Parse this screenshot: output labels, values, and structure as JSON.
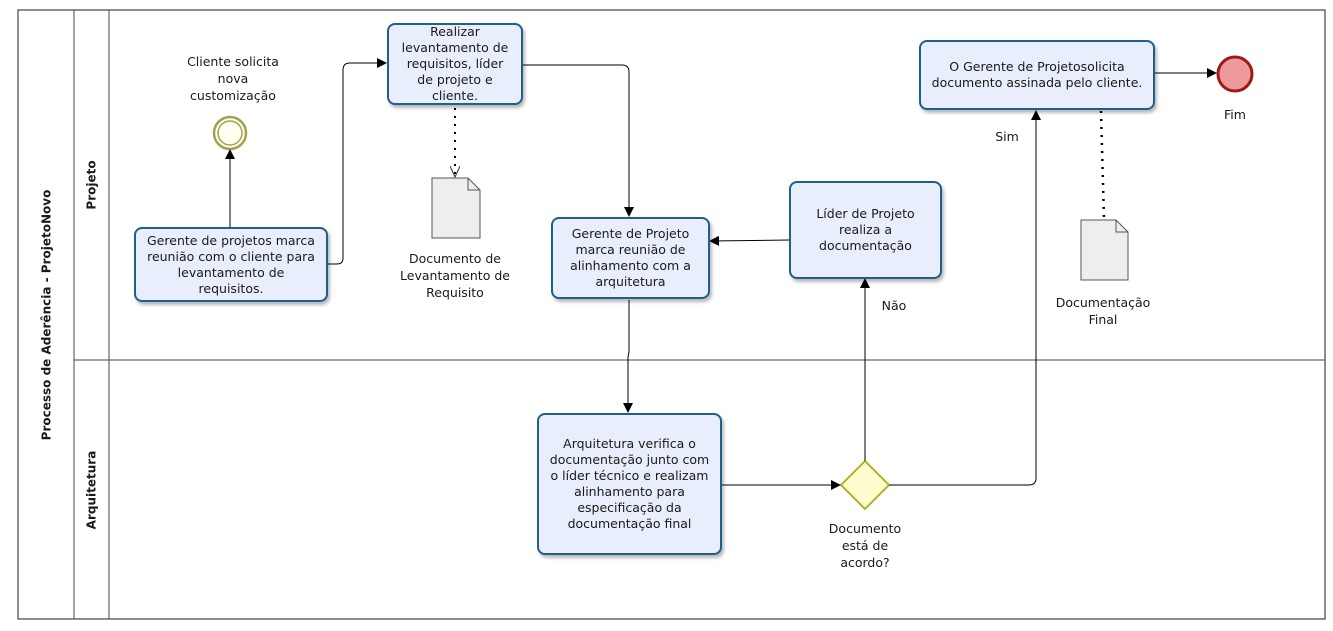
{
  "pool": {
    "title": "Processo de Aderência - ProjetoNovo"
  },
  "lanes": {
    "projeto": "Projeto",
    "arquitetura": "Arquitetura"
  },
  "events": {
    "start": "Cliente solicita nova customização",
    "end": "Fim"
  },
  "tasks": {
    "t1": "Gerente  de projetos marca reunião com o cliente para levantamento  de requisitos.",
    "t2": "Realizar levantamento de requisitos, líder de projeto e cliente.",
    "t3": "Gerente de Projeto marca reunião de alinhamento com a arquitetura",
    "t4": "Líder de Projeto  realiza a documentação",
    "t5": "O Gerente de Projetosolicita documento assinada pelo cliente.",
    "t6": "Arquitetura verifica o documentação junto com o líder  técnico  e  realizam alinhamento  para especificação  da documentação final"
  },
  "documents": {
    "d1": "Documento de Levantamento de Requisito",
    "d2": "Documentação Final"
  },
  "gateway": {
    "label": "Documento está de acordo?",
    "yes": "Sim",
    "no": "Não"
  },
  "colors": {
    "task_border": "#1f5f8b",
    "task_fill": "#e9eefc",
    "start_event": "#a3a34b",
    "end_event_stroke": "#a01818",
    "end_event_fill": "#ef9a9a",
    "gateway_stroke": "#b3b32b",
    "gateway_fill": "#fdfdd0"
  }
}
